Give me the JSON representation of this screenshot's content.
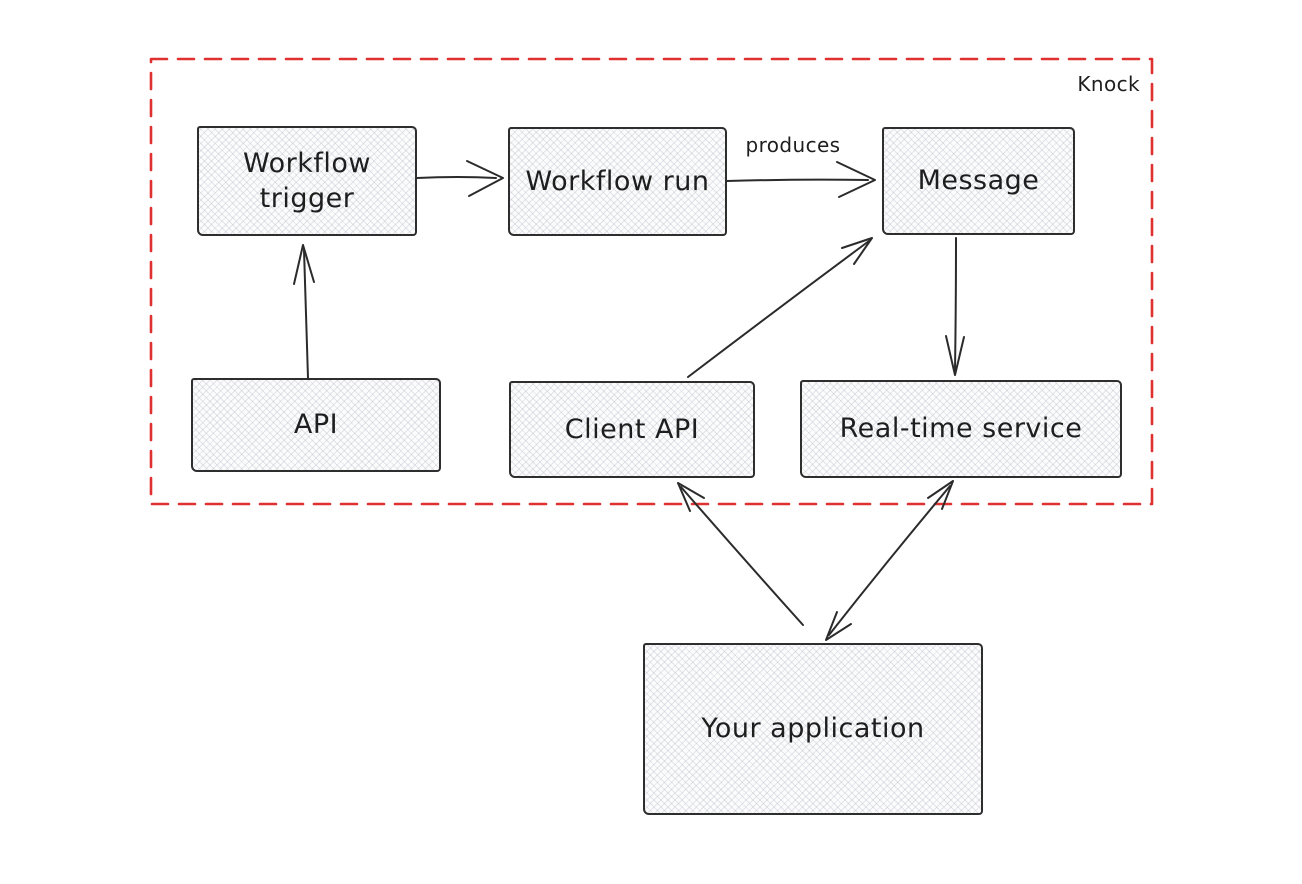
{
  "diagram": {
    "boundary_label": "Knock",
    "nodes": [
      {
        "id": "workflow-trigger",
        "label": "Workflow trigger"
      },
      {
        "id": "workflow-run",
        "label": "Workflow run"
      },
      {
        "id": "message",
        "label": "Message"
      },
      {
        "id": "api",
        "label": "API"
      },
      {
        "id": "client-api",
        "label": "Client API"
      },
      {
        "id": "real-time-service",
        "label": "Real-time service"
      },
      {
        "id": "your-application",
        "label": "Your application"
      }
    ],
    "edges": [
      {
        "from": "api",
        "to": "workflow-trigger",
        "label": "",
        "bidirectional": false
      },
      {
        "from": "workflow-trigger",
        "to": "workflow-run",
        "label": "",
        "bidirectional": false
      },
      {
        "from": "workflow-run",
        "to": "message",
        "label": "produces",
        "bidirectional": false
      },
      {
        "from": "client-api",
        "to": "message",
        "label": "",
        "bidirectional": false
      },
      {
        "from": "message",
        "to": "real-time-service",
        "label": "",
        "bidirectional": false
      },
      {
        "from": "your-application",
        "to": "client-api",
        "label": "",
        "bidirectional": false
      },
      {
        "from": "real-time-service",
        "to": "your-application",
        "label": "",
        "bidirectional": true
      }
    ],
    "colors": {
      "boundary_dash": "#e03131",
      "arrow_stroke": "#2b2b2b",
      "node_border": "#2e2e2e",
      "node_fill": "#fcfcfd",
      "text": "#1e1e1e"
    }
  }
}
